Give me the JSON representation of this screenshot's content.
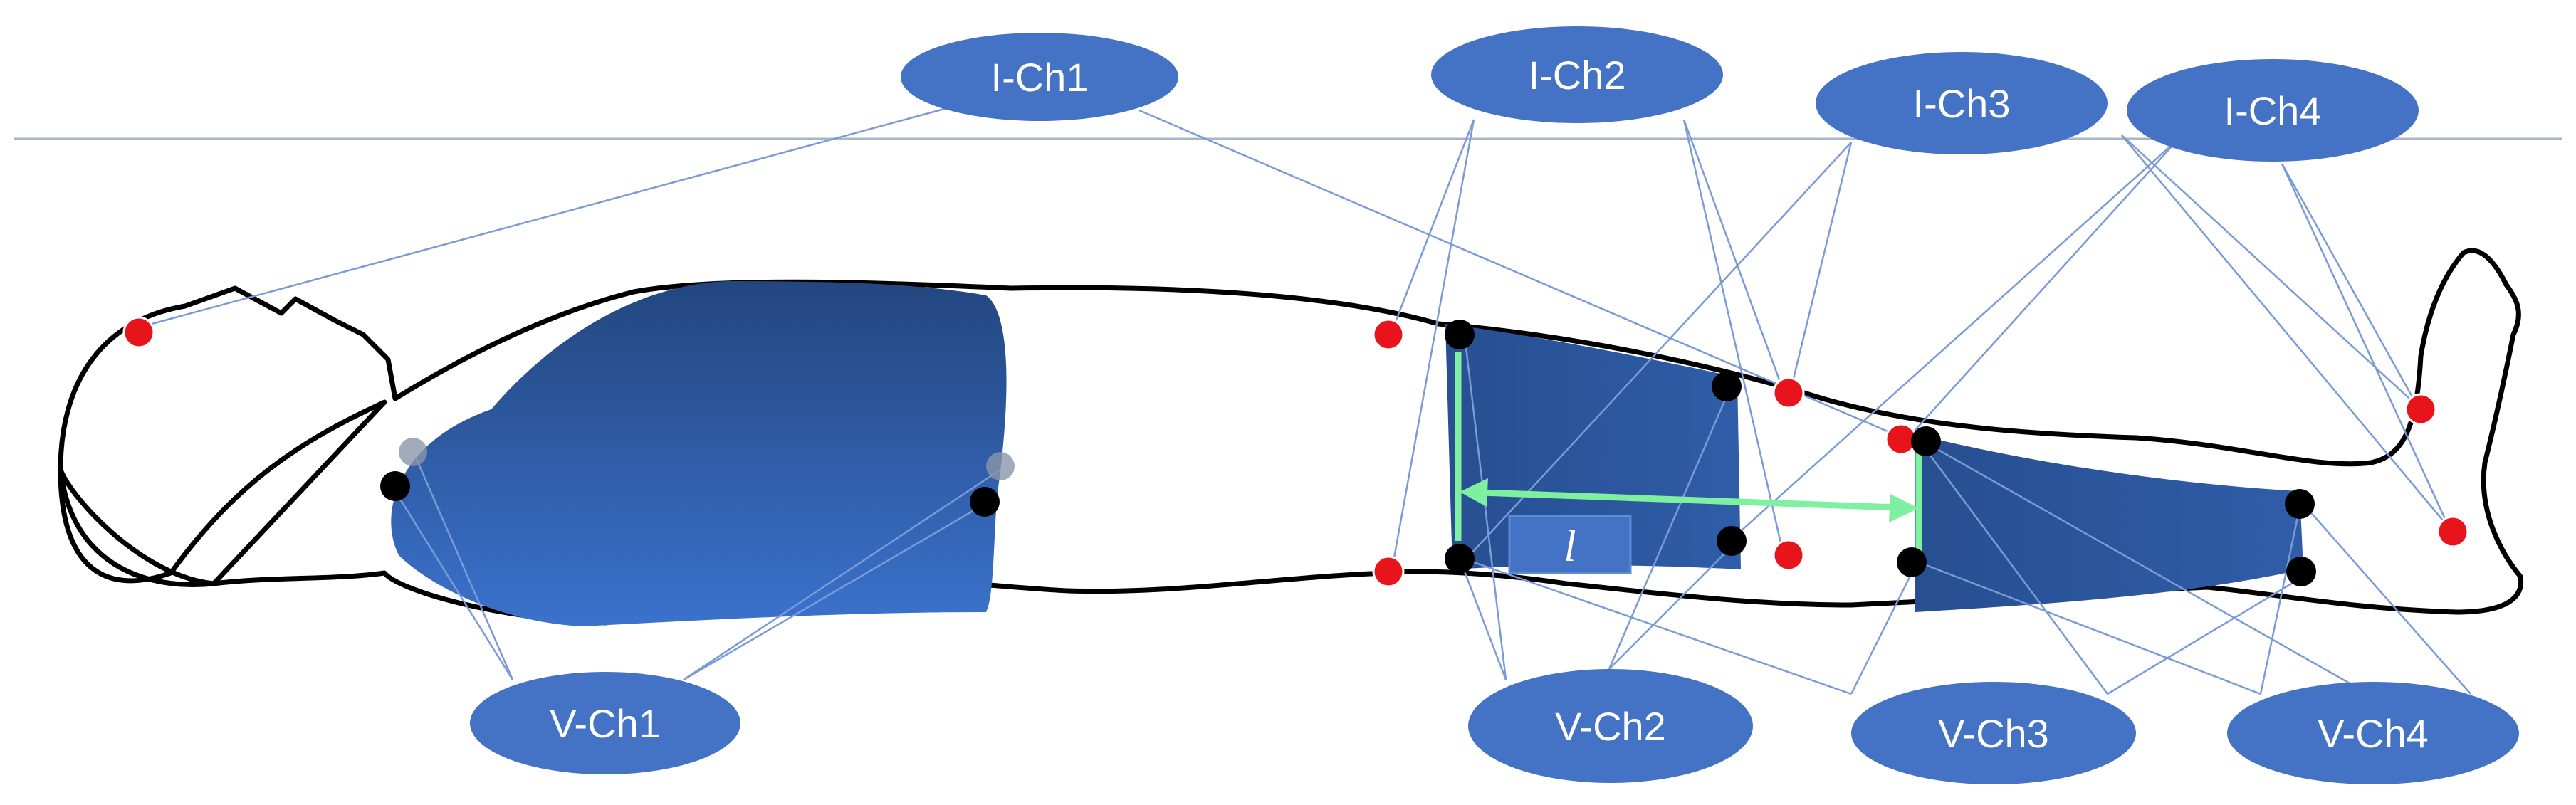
{
  "current_channels": [
    {
      "id": "i1",
      "label": "I-Ch1"
    },
    {
      "id": "i2",
      "label": "I-Ch2"
    },
    {
      "id": "i3",
      "label": "I-Ch3"
    },
    {
      "id": "i4",
      "label": "I-Ch4"
    }
  ],
  "voltage_channels": [
    {
      "id": "v1",
      "label": "V-Ch1"
    },
    {
      "id": "v2",
      "label": "V-Ch2"
    },
    {
      "id": "v3",
      "label": "V-Ch3"
    },
    {
      "id": "v4",
      "label": "V-Ch4"
    }
  ],
  "segment_length_label": "l",
  "colors": {
    "ellipse_fill": "#4472c4",
    "segment_fill_dark": "#264f8f",
    "segment_fill_light": "#3a6fc9",
    "current_electrode": "#e8141c",
    "voltage_electrode": "#000000",
    "wire": "#7a9bd6",
    "length_marker": "#7ef0a0",
    "body_outline": "#000000"
  }
}
